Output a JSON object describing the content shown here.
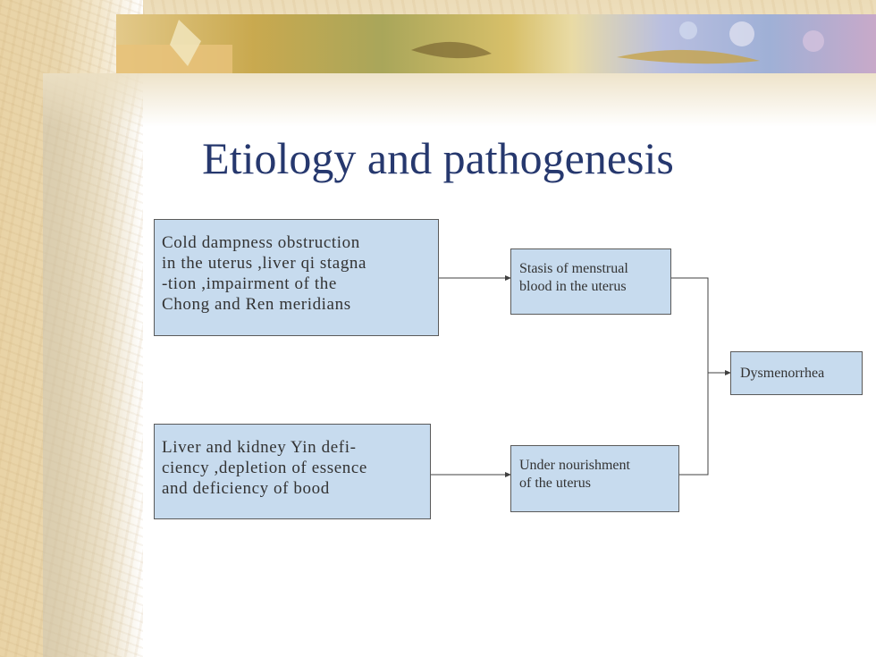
{
  "slide": {
    "title": "Etiology and pathogenesis"
  },
  "diagram": {
    "cause_top": {
      "lines": [
        "Cold dampness obstruction",
        "in the uterus ,liver qi stagna",
        "-tion ,impairment  of the",
        "Chong and Ren meridians"
      ]
    },
    "cause_bottom": {
      "lines": [
        "Liver and kidney Yin defi-",
        "ciency ,depletion of essence",
        "and deficiency of bood"
      ]
    },
    "mechanism_top": {
      "lines": [
        "Stasis of menstrual",
        "blood in the uterus"
      ]
    },
    "mechanism_bottom": {
      "lines": [
        "Under  nourishment",
        "of the uterus"
      ]
    },
    "outcome": {
      "label": "Dysmenorrhea"
    },
    "colors": {
      "box_fill": "#c7dbee",
      "box_border": "#5a5a5a",
      "title": "#26386e",
      "connector": "#404040"
    }
  }
}
